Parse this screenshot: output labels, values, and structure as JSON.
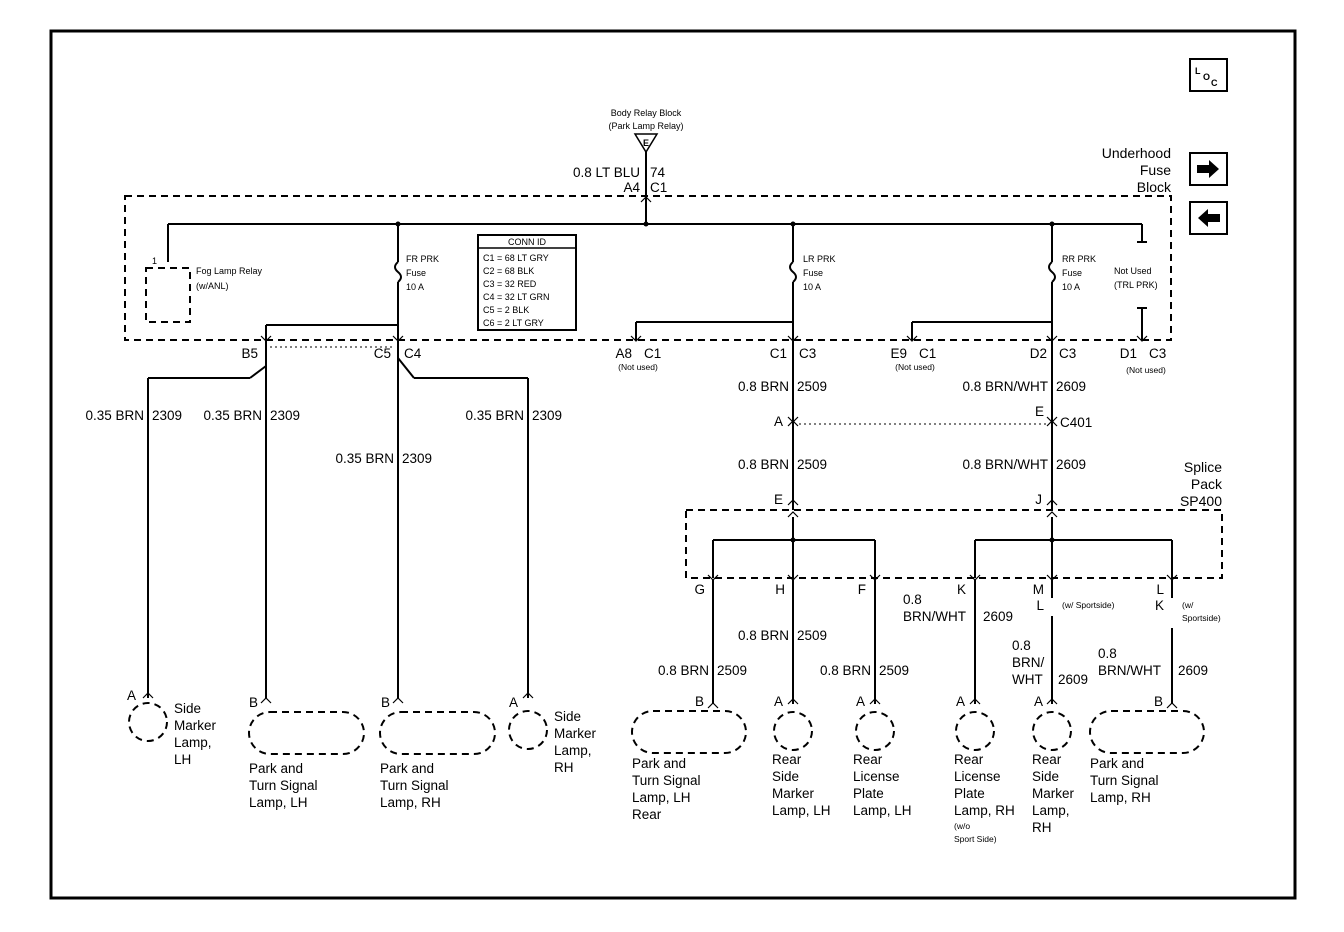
{
  "header": {
    "source": "Body Relay Block",
    "source_sub": "(Park Lamp Relay)",
    "source_pin": "E",
    "feed_wire": "0.8 LT BLU",
    "feed_circuit": "74",
    "feed_pin": "A4",
    "feed_conn": "C1",
    "block_name": [
      "Underhood",
      "Fuse",
      "Block"
    ],
    "loc_icon": "loc-icon",
    "nav_next": "arrow-right-icon",
    "nav_prev": "arrow-left-icon",
    "loc_label": "LOC"
  },
  "fuse_block": {
    "fog_relay": {
      "pin": "1",
      "label": "Fog Lamp Relay",
      "sub": "(w/ANL)"
    },
    "fuses": [
      {
        "name": "FR PRK",
        "sub": "Fuse",
        "rating": "10 A"
      },
      {
        "name": "LR PRK",
        "sub": "Fuse",
        "rating": "10 A"
      },
      {
        "name": "RR PRK",
        "sub": "Fuse",
        "rating": "10 A"
      }
    ],
    "not_used": {
      "label": "Not Used",
      "sub": "(TRL PRK)"
    },
    "conn_id": {
      "title": "CONN ID",
      "rows": [
        "C1 = 68 LT GRY",
        "C2 = 68 BLK",
        "C3 = 32 RED",
        "C4 = 32 LT GRN",
        "C5 = 2 BLK",
        "C6 = 2 LT GRY"
      ]
    }
  },
  "pins": {
    "b5": "B5",
    "c5": "C5",
    "c4": "C4",
    "a8": "A8",
    "a8c": "C1",
    "a8n": "(Not used)",
    "c1": "C1",
    "c3": "C3",
    "e9": "E9",
    "e9c": "C1",
    "e9n": "(Not used)",
    "d2": "D2",
    "d2c": "C3",
    "d1": "D1",
    "d1c": "C3",
    "d1n": "(Not used)"
  },
  "front_wires": {
    "w1": {
      "size": "0.35 BRN",
      "circuit": "2309"
    },
    "w2": {
      "size": "0.35 BRN",
      "circuit": "2309"
    },
    "w3": {
      "size": "0.35 BRN",
      "circuit": "2309"
    },
    "w4": {
      "size": "0.35 BRN",
      "circuit": "2309"
    }
  },
  "rear_trunk": {
    "left_wire": {
      "size": "0.8 BRN",
      "circuit": "2509"
    },
    "right_wire": {
      "size": "0.8 BRN/WHT",
      "circuit": "2609"
    },
    "c401": {
      "left_pin": "A",
      "right_pin": "E",
      "name": "C401"
    },
    "left_wire2": {
      "size": "0.8 BRN",
      "circuit": "2509"
    },
    "right_wire2": {
      "size": "0.8 BRN/WHT",
      "circuit": "2609"
    },
    "splice": {
      "name": [
        "Splice",
        "Pack",
        "SP400"
      ],
      "in_left": "E",
      "in_right": "J"
    }
  },
  "splice_outputs": {
    "g": "G",
    "h": "H",
    "f": "F",
    "k": "K",
    "m": "M",
    "m2": "L",
    "m_note": "(w/ Sportside)",
    "l": "L",
    "l2": "K",
    "l_note": [
      "(w/",
      "Sportside)"
    ]
  },
  "rear_wires": {
    "rw_h": {
      "size": "0.8 BRN",
      "circuit": "2509"
    },
    "rw_g": {
      "size": "0.8 BRN",
      "circuit": "2509"
    },
    "rw_f": {
      "size": "0.8 BRN",
      "circuit": "2509"
    },
    "rw_k": {
      "size": [
        "0.8",
        "BRN/WHT"
      ],
      "circuit": "2609"
    },
    "rw_m": {
      "size": [
        "0.8",
        "BRN/",
        "WHT"
      ],
      "circuit": "2609"
    },
    "rw_l": {
      "size": [
        "0.8",
        "BRN/WHT"
      ],
      "circuit": "2609"
    }
  },
  "lamps": [
    {
      "pin": "A",
      "label": [
        "Side",
        "Marker",
        "Lamp,",
        "LH"
      ]
    },
    {
      "pin": "B",
      "label": [
        "Park and",
        "Turn Signal",
        "Lamp, LH"
      ]
    },
    {
      "pin": "B",
      "label": [
        "Park and",
        "Turn Signal",
        "Lamp, RH"
      ]
    },
    {
      "pin": "A",
      "label": [
        "Side",
        "Marker",
        "Lamp,",
        "RH"
      ]
    },
    {
      "pin": "B",
      "label": [
        "Park and",
        "Turn Signal",
        "Lamp, LH",
        "Rear"
      ]
    },
    {
      "pin": "A",
      "label": [
        "Rear",
        "Side",
        "Marker",
        "Lamp, LH"
      ]
    },
    {
      "pin": "A",
      "label": [
        "Rear",
        "License",
        "Plate",
        "Lamp, LH"
      ]
    },
    {
      "pin": "A",
      "label": [
        "Rear",
        "License",
        "Plate",
        "Lamp, RH"
      ],
      "note": [
        "(w/o",
        "Sport Side)"
      ]
    },
    {
      "pin": "A",
      "label": [
        "Rear",
        "Side",
        "Marker",
        "Lamp,",
        "RH"
      ]
    },
    {
      "pin": "B",
      "label": [
        "Park and",
        "Turn Signal",
        "Lamp, RH"
      ]
    }
  ]
}
